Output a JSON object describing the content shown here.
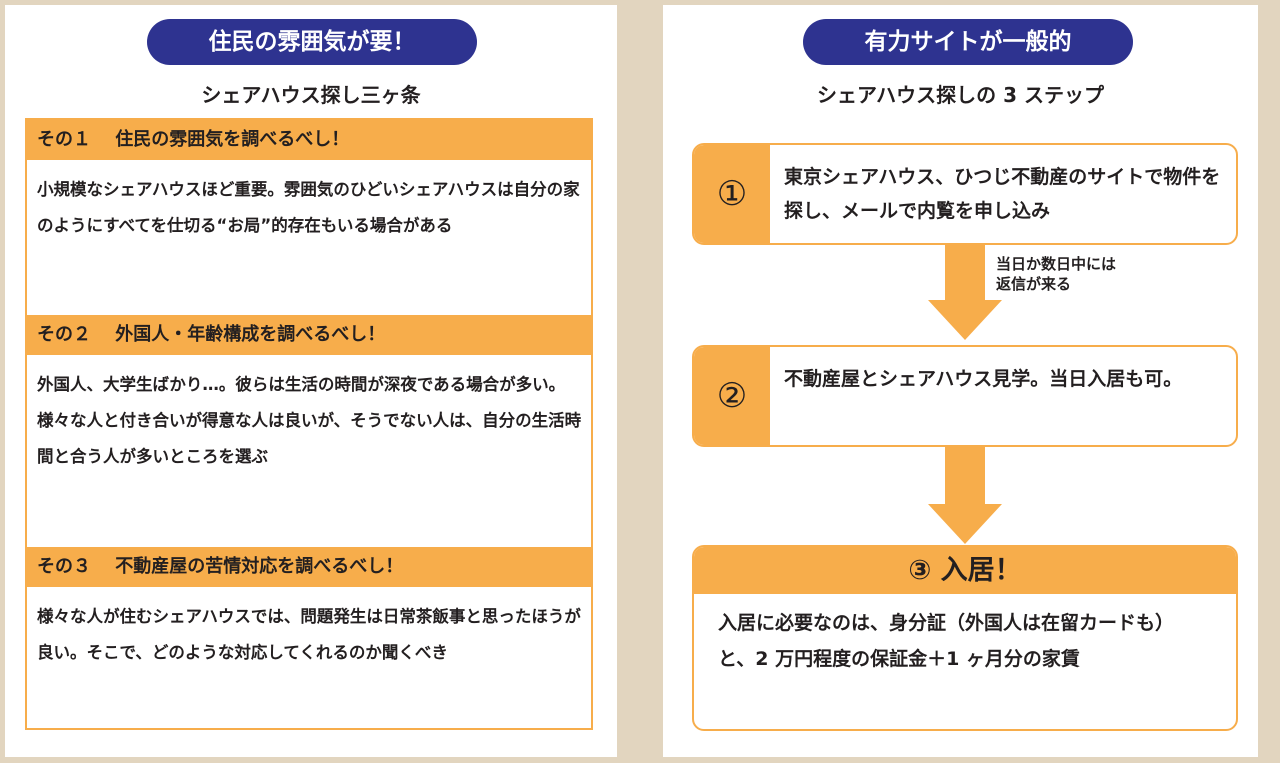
{
  "left": {
    "pill": "住民の雰囲気が要！",
    "subtitle": "シェアハウス探し三ヶ条",
    "sections": [
      {
        "header": "その１　 住民の雰囲気を調べるべし！",
        "body": "小規模なシェアハウスほど重要。雰囲気のひどいシェアハウスは自分の家のようにすべてを仕切る“お局”的存在もいる場合がある"
      },
      {
        "header": "その２　 外国人・年齢構成を調べるべし！",
        "body": "外国人、大学生ばかり…。彼らは生活の時間が深夜である場合が多い。様々な人と付き合いが得意な人は良いが、そうでない人は、自分の生活時間と合う人が多いところを選ぶ"
      },
      {
        "header": "その３　 不動産屋の苦情対応を調べるべし！",
        "body": "様々な人が住むシェアハウスでは、問題発生は日常茶飯事と思ったほうが良い。そこで、どのような対応してくれるのか聞くべき"
      }
    ]
  },
  "right": {
    "pill": "有力サイトが一般的",
    "subtitle": "シェアハウス探しの 3 ステップ",
    "steps": [
      {
        "num": "①",
        "text": "東京シェアハウス、ひつじ不動産のサイトで物件を探し、メールで内覧を申し込み"
      },
      {
        "num": "②",
        "text": "不動産屋とシェアハウス見学。当日入居も可。"
      },
      {
        "title": "③ 入居！",
        "text": "入居に必要なのは、身分証（外国人は在留カードも）と、2 万円程度の保証金＋1 ヶ月分の家賃"
      }
    ],
    "arrow_note_1": "当日か数日中には",
    "arrow_note_2": "返信が来る"
  }
}
